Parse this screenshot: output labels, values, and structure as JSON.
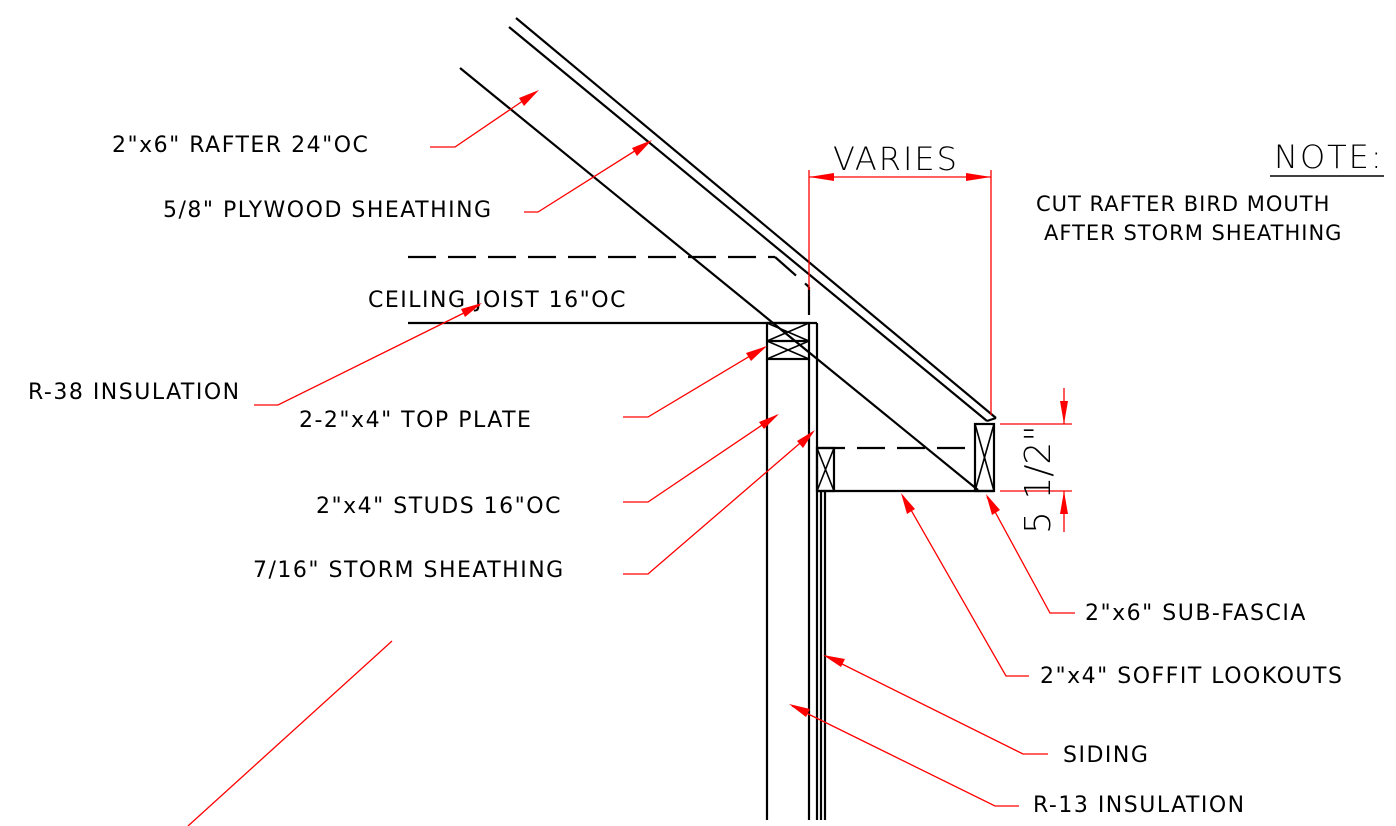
{
  "labels": {
    "rafter": "2\"x6\" RAFTER 24\"OC",
    "plywood": "5/8\" PLYWOOD SHEATHING",
    "ceiling_joist": "CEILING JOIST 16\"OC",
    "r38": "R-38 INSULATION",
    "top_plate": "2-2\"x4\" TOP PLATE",
    "studs": "2\"x4\" STUDS 16\"OC",
    "storm_sheathing": "7/16\" STORM SHEATHING",
    "sub_fascia": "2\"x6\" SUB-FASCIA",
    "soffit_lookouts": "2\"x4\" SOFFIT LOOKOUTS",
    "siding": "SIDING",
    "r13": "R-13 INSULATION"
  },
  "dimensions": {
    "overhang": "VARIES",
    "fascia_height": "5 1/2\""
  },
  "note": {
    "heading": "NOTE:",
    "line1": "CUT RAFTER BIRD MOUTH",
    "line2": "AFTER STORM SHEATHING"
  },
  "colors": {
    "linework": "#000000",
    "leaders": "#ff0000",
    "background": "#ffffff"
  }
}
